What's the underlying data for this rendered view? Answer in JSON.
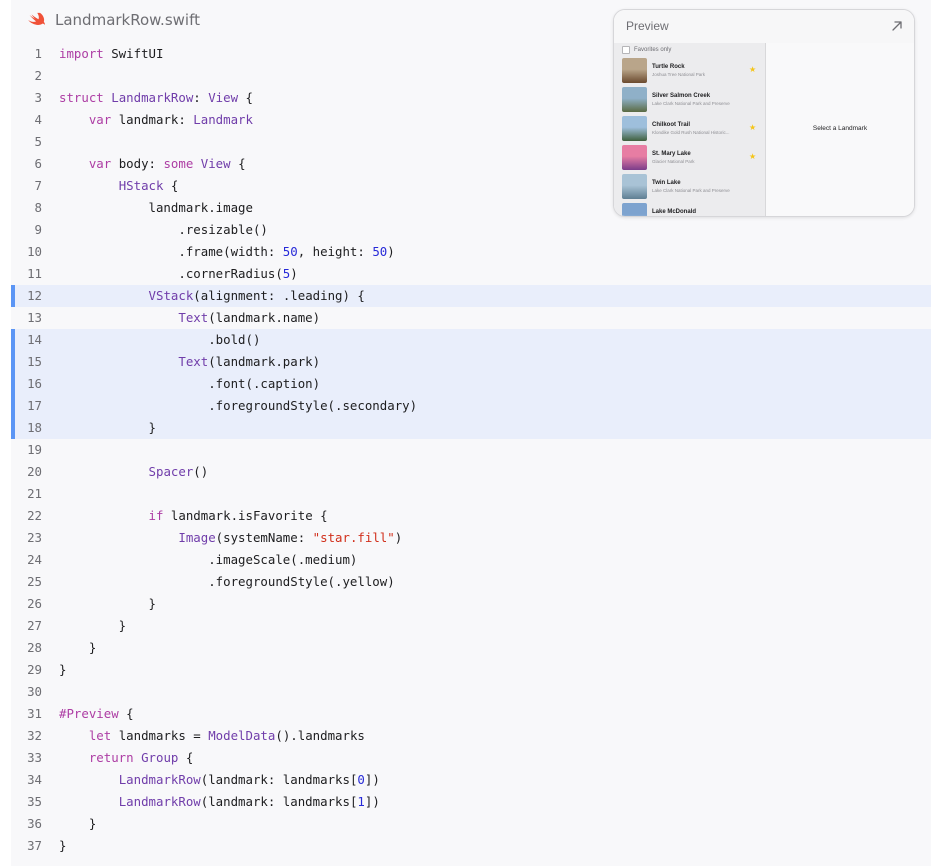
{
  "file": {
    "name": "LandmarkRow.swift",
    "icon": "swift-icon"
  },
  "code_lines": [
    {
      "n": "1",
      "t": [
        [
          "k",
          "import"
        ],
        [
          "p",
          " SwiftUI"
        ]
      ]
    },
    {
      "n": "2",
      "t": []
    },
    {
      "n": "3",
      "t": [
        [
          "k",
          "struct"
        ],
        [
          "p",
          " "
        ],
        [
          "y",
          "LandmarkRow"
        ],
        [
          "p",
          ": "
        ],
        [
          "y",
          "View"
        ],
        [
          "p",
          " {"
        ]
      ]
    },
    {
      "n": "4",
      "t": [
        [
          "p",
          "    "
        ],
        [
          "k",
          "var"
        ],
        [
          "p",
          " landmark: "
        ],
        [
          "y",
          "Landmark"
        ]
      ]
    },
    {
      "n": "5",
      "t": []
    },
    {
      "n": "6",
      "t": [
        [
          "p",
          "    "
        ],
        [
          "k",
          "var"
        ],
        [
          "p",
          " body: "
        ],
        [
          "k",
          "some"
        ],
        [
          "p",
          " "
        ],
        [
          "y",
          "View"
        ],
        [
          "p",
          " {"
        ]
      ]
    },
    {
      "n": "7",
      "t": [
        [
          "p",
          "        "
        ],
        [
          "y",
          "HStack"
        ],
        [
          "p",
          " {"
        ]
      ]
    },
    {
      "n": "8",
      "t": [
        [
          "p",
          "            landmark.image"
        ]
      ]
    },
    {
      "n": "9",
      "t": [
        [
          "p",
          "                .resizable()"
        ]
      ]
    },
    {
      "n": "10",
      "t": [
        [
          "p",
          "                .frame(width: "
        ],
        [
          "n",
          "50"
        ],
        [
          "p",
          ", height: "
        ],
        [
          "n",
          "50"
        ],
        [
          "p",
          ")"
        ]
      ]
    },
    {
      "n": "11",
      "t": [
        [
          "p",
          "                .cornerRadius("
        ],
        [
          "n",
          "5"
        ],
        [
          "p",
          ")"
        ]
      ]
    },
    {
      "n": "12",
      "hl": true,
      "t": [
        [
          "p",
          "            "
        ],
        [
          "y",
          "VStack"
        ],
        [
          "p",
          "(alignment: .leading) {"
        ]
      ]
    },
    {
      "n": "13",
      "t": [
        [
          "p",
          "                "
        ],
        [
          "y",
          "Text"
        ],
        [
          "p",
          "(landmark.name)"
        ]
      ]
    },
    {
      "n": "14",
      "hl": true,
      "t": [
        [
          "p",
          "                    .bold()"
        ]
      ]
    },
    {
      "n": "15",
      "hl": true,
      "t": [
        [
          "p",
          "                "
        ],
        [
          "y",
          "Text"
        ],
        [
          "p",
          "(landmark.park)"
        ]
      ]
    },
    {
      "n": "16",
      "hl": true,
      "t": [
        [
          "p",
          "                    .font(.caption)"
        ]
      ]
    },
    {
      "n": "17",
      "hl": true,
      "t": [
        [
          "p",
          "                    .foregroundStyle(.secondary)"
        ]
      ]
    },
    {
      "n": "18",
      "hl": true,
      "t": [
        [
          "p",
          "            }"
        ]
      ]
    },
    {
      "n": "19",
      "t": []
    },
    {
      "n": "20",
      "t": [
        [
          "p",
          "            "
        ],
        [
          "y",
          "Spacer"
        ],
        [
          "p",
          "()"
        ]
      ]
    },
    {
      "n": "21",
      "t": []
    },
    {
      "n": "22",
      "t": [
        [
          "p",
          "            "
        ],
        [
          "k",
          "if"
        ],
        [
          "p",
          " landmark.isFavorite {"
        ]
      ]
    },
    {
      "n": "23",
      "t": [
        [
          "p",
          "                "
        ],
        [
          "y",
          "Image"
        ],
        [
          "p",
          "(systemName: "
        ],
        [
          "s",
          "\"star.fill\""
        ],
        [
          "p",
          ")"
        ]
      ]
    },
    {
      "n": "24",
      "t": [
        [
          "p",
          "                    .imageScale(.medium)"
        ]
      ]
    },
    {
      "n": "25",
      "t": [
        [
          "p",
          "                    .foregroundStyle(.yellow)"
        ]
      ]
    },
    {
      "n": "26",
      "t": [
        [
          "p",
          "            }"
        ]
      ]
    },
    {
      "n": "27",
      "t": [
        [
          "p",
          "        }"
        ]
      ]
    },
    {
      "n": "28",
      "t": [
        [
          "p",
          "    }"
        ]
      ]
    },
    {
      "n": "29",
      "t": [
        [
          "p",
          "}"
        ]
      ]
    },
    {
      "n": "30",
      "t": []
    },
    {
      "n": "31",
      "t": [
        [
          "k",
          "#Preview"
        ],
        [
          "p",
          " {"
        ]
      ]
    },
    {
      "n": "32",
      "t": [
        [
          "p",
          "    "
        ],
        [
          "k",
          "let"
        ],
        [
          "p",
          " landmarks = "
        ],
        [
          "y",
          "ModelData"
        ],
        [
          "p",
          "().landmarks"
        ]
      ]
    },
    {
      "n": "33",
      "t": [
        [
          "p",
          "    "
        ],
        [
          "k",
          "return"
        ],
        [
          "p",
          " "
        ],
        [
          "y",
          "Group"
        ],
        [
          "p",
          " {"
        ]
      ]
    },
    {
      "n": "34",
      "t": [
        [
          "p",
          "        "
        ],
        [
          "y",
          "LandmarkRow"
        ],
        [
          "p",
          "(landmark: landmarks["
        ],
        [
          "n",
          "0"
        ],
        [
          "p",
          "])"
        ]
      ]
    },
    {
      "n": "35",
      "t": [
        [
          "p",
          "        "
        ],
        [
          "y",
          "LandmarkRow"
        ],
        [
          "p",
          "(landmark: landmarks["
        ],
        [
          "n",
          "1"
        ],
        [
          "p",
          "])"
        ]
      ]
    },
    {
      "n": "36",
      "t": [
        [
          "p",
          "    }"
        ]
      ]
    },
    {
      "n": "37",
      "t": [
        [
          "p",
          "}"
        ]
      ]
    }
  ],
  "preview": {
    "title": "Preview",
    "expand_icon": "arrow-up-right-icon",
    "favorites_label": "Favorites only",
    "landmarks": [
      {
        "name": "Turtle Rock",
        "park": "Joshua Tree National Park",
        "favorite": true,
        "thumb": [
          "#b9a58a",
          "#6b4a2e"
        ]
      },
      {
        "name": "Silver Salmon Creek",
        "park": "Lake Clark National Park and Preserve",
        "favorite": false,
        "thumb": [
          "#8fb0c8",
          "#5a6b43"
        ]
      },
      {
        "name": "Chilkoot Trail",
        "park": "Klondike Gold Rush National Historic...",
        "favorite": true,
        "thumb": [
          "#9ebfdc",
          "#3f5f3c"
        ]
      },
      {
        "name": "St. Mary Lake",
        "park": "Glacier National Park",
        "favorite": true,
        "thumb": [
          "#e77da3",
          "#7a3d8a"
        ]
      },
      {
        "name": "Twin Lake",
        "park": "Lake Clark National Park and Preserve",
        "favorite": false,
        "thumb": [
          "#a9c3d6",
          "#5f7f93"
        ]
      },
      {
        "name": "Lake McDonald",
        "park": "",
        "favorite": false,
        "thumb": [
          "#7da3cf",
          "#d9e4ef"
        ]
      }
    ],
    "placeholder": "Select a Landmark"
  },
  "colors": {
    "keyword": "#ad3da4",
    "type": "#703daa",
    "number": "#272ad8",
    "string": "#d12f1b",
    "highlight": "#e9eefb",
    "highlight_bar": "#5b95f5",
    "star": "#f5c518"
  }
}
